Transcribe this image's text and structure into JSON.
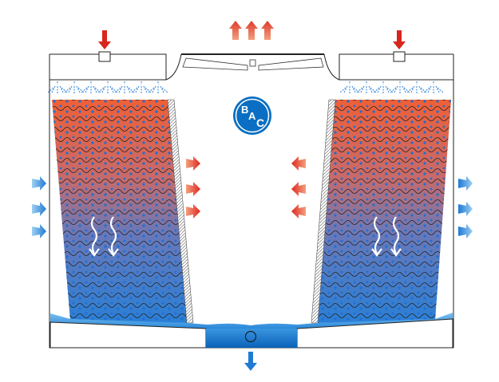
{
  "diagram": {
    "logo": {
      "b": "B",
      "a": "A",
      "c": "C"
    },
    "colors": {
      "hot_water": "#e8583a",
      "cool_water": "#1f7ad4",
      "air_in": "#2d8fd8",
      "air_out": "#e23a2a",
      "logo_blue": "#0a6fc2"
    }
  }
}
